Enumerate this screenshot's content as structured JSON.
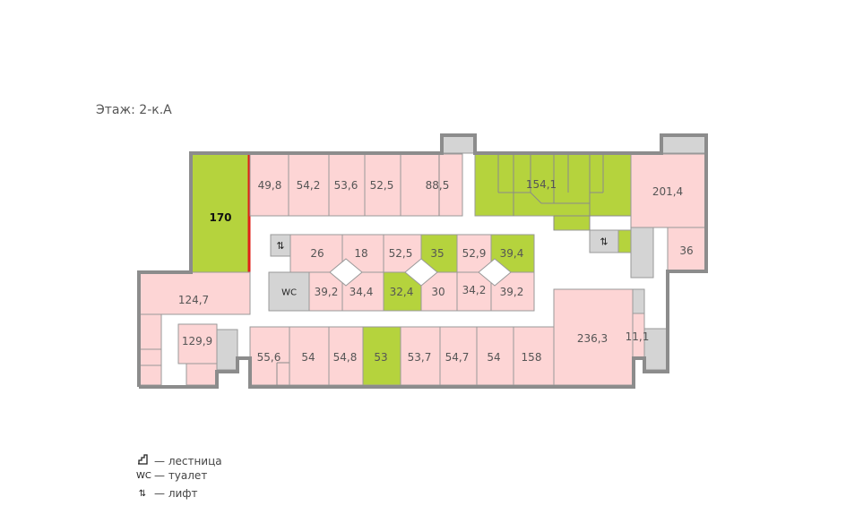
{
  "floor_title": "Этаж: 2-к.А",
  "colors": {
    "available": "#b5d33d",
    "occupied": "#fdd5d5",
    "service": "#d4d4d4",
    "wall": "#8c8c8c",
    "selected_border": "#e0201a"
  },
  "rooms": [
    {
      "label": "170",
      "status": "available",
      "selected": true
    },
    {
      "label": "49,8",
      "status": "occupied"
    },
    {
      "label": "54,2",
      "status": "occupied"
    },
    {
      "label": "53,6",
      "status": "occupied"
    },
    {
      "label": "52,5",
      "status": "occupied"
    },
    {
      "label": "88,5",
      "status": "occupied"
    },
    {
      "label": "154,1",
      "status": "available"
    },
    {
      "label": "201,4",
      "status": "occupied"
    },
    {
      "label": "36",
      "status": "occupied"
    },
    {
      "label": "26",
      "status": "occupied"
    },
    {
      "label": "18",
      "status": "occupied"
    },
    {
      "label": "52,5",
      "status": "occupied"
    },
    {
      "label": "35",
      "status": "available"
    },
    {
      "label": "52,9",
      "status": "occupied"
    },
    {
      "label": "39,4",
      "status": "available"
    },
    {
      "label": "39,2",
      "status": "occupied"
    },
    {
      "label": "34,4",
      "status": "occupied"
    },
    {
      "label": "32,4",
      "status": "available"
    },
    {
      "label": "30",
      "status": "occupied"
    },
    {
      "label": "34,2",
      "status": "occupied"
    },
    {
      "label": "39,2",
      "status": "occupied"
    },
    {
      "label": "124,7",
      "status": "occupied"
    },
    {
      "label": "129,9",
      "status": "occupied"
    },
    {
      "label": "55,6",
      "status": "occupied"
    },
    {
      "label": "54",
      "status": "occupied"
    },
    {
      "label": "54,8",
      "status": "occupied"
    },
    {
      "label": "53",
      "status": "available"
    },
    {
      "label": "53,7",
      "status": "occupied"
    },
    {
      "label": "54,7",
      "status": "occupied"
    },
    {
      "label": "54",
      "status": "occupied"
    },
    {
      "label": "158",
      "status": "occupied"
    },
    {
      "label": "236,3",
      "status": "occupied"
    },
    {
      "label": "11,1",
      "status": "occupied"
    }
  ],
  "service": {
    "wc_label": "WC",
    "lift_icon": "⇅"
  },
  "legend": [
    {
      "icon": "stairs-icon",
      "label": "— лестница"
    },
    {
      "icon": "wc-icon",
      "glyph": "WC",
      "label": "— туалет"
    },
    {
      "icon": "lift-icon",
      "glyph": "⇅",
      "label": "— лифт"
    }
  ]
}
